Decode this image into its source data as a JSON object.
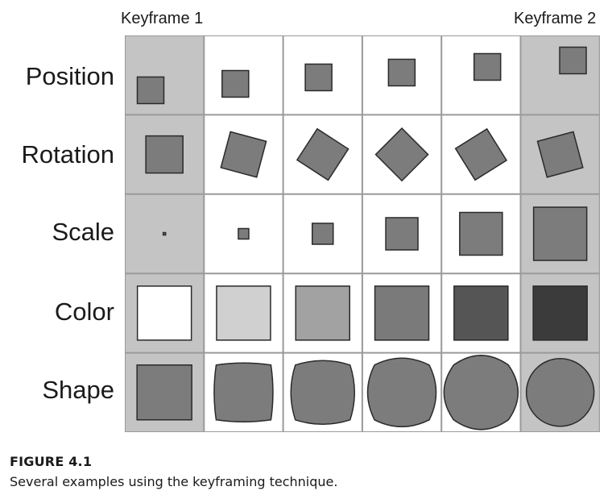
{
  "header": {
    "keyframe_start": "Keyframe 1",
    "keyframe_end": "Keyframe 2"
  },
  "rows": [
    {
      "label": "Position"
    },
    {
      "label": "Rotation"
    },
    {
      "label": "Scale"
    },
    {
      "label": "Color"
    },
    {
      "label": "Shape"
    }
  ],
  "frames": 6,
  "keyframe_columns": [
    1,
    6
  ],
  "colors": {
    "keyframe_cell": "#c4c4c4",
    "inbetween_cell": "#ffffff",
    "grid_line": "#9a9a9a",
    "shape_fill": "#7c7c7c",
    "shape_stroke": "#2a2a2a",
    "color_row_fills": [
      "#ffffff",
      "#d0d0d0",
      "#a2a2a2",
      "#7a7a7a",
      "#555555",
      "#3b3b3b"
    ]
  },
  "caption": {
    "title": "FIGURE 4.1",
    "text": "Several examples using the keyframing technique."
  }
}
